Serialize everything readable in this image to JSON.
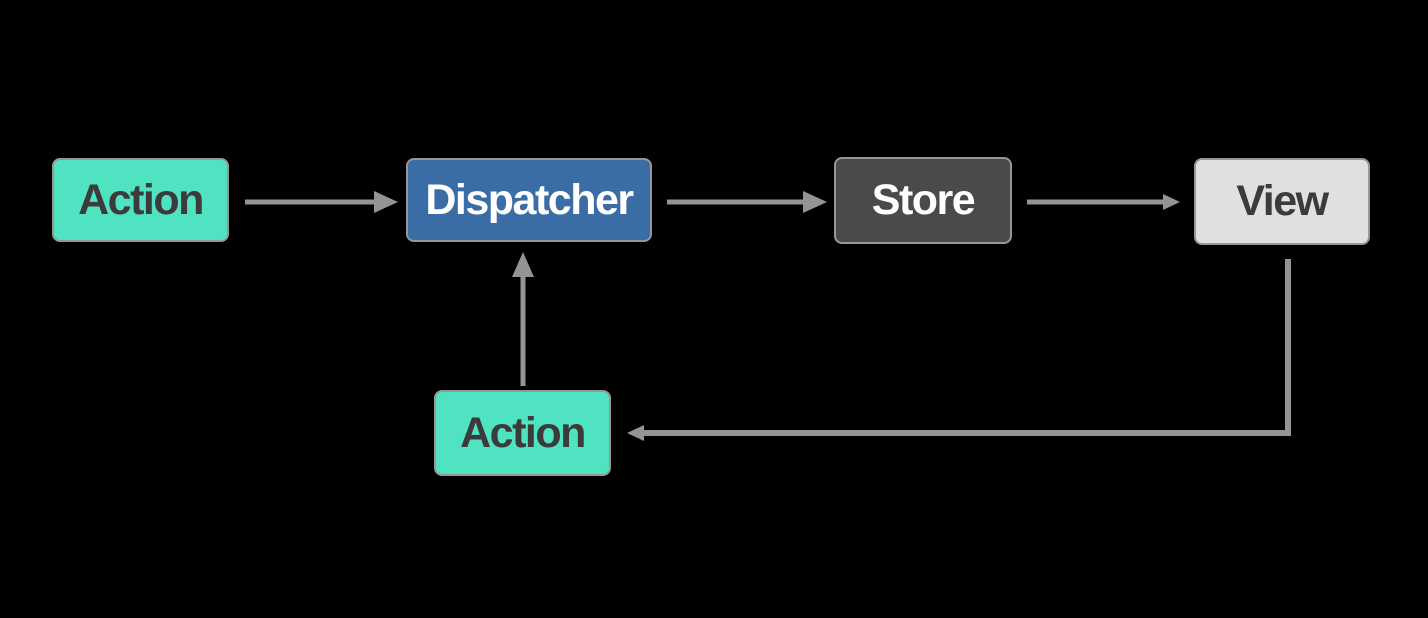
{
  "diagram": {
    "name": "flux-unidirectional-data-flow",
    "nodes": [
      {
        "id": "action-top",
        "label": "Action",
        "fill": "#50E3C2",
        "text_color": "#3B3B3B"
      },
      {
        "id": "dispatcher",
        "label": "Dispatcher",
        "fill": "#3A6DA6",
        "text_color": "#FFFFFF"
      },
      {
        "id": "store",
        "label": "Store",
        "fill": "#4A4A4A",
        "text_color": "#FFFFFF"
      },
      {
        "id": "view",
        "label": "View",
        "fill": "#E0E0E0",
        "text_color": "#3B3B3B"
      },
      {
        "id": "action-bottom",
        "label": "Action",
        "fill": "#50E3C2",
        "text_color": "#3B3B3B"
      }
    ],
    "edges": [
      {
        "from": "action-top",
        "to": "dispatcher"
      },
      {
        "from": "dispatcher",
        "to": "store"
      },
      {
        "from": "store",
        "to": "view"
      },
      {
        "from": "action-bottom",
        "to": "dispatcher"
      },
      {
        "from": "view",
        "to": "action-bottom"
      }
    ],
    "colors": {
      "background": "#000000",
      "arrow": "#949494",
      "node_border": "#979797"
    }
  }
}
